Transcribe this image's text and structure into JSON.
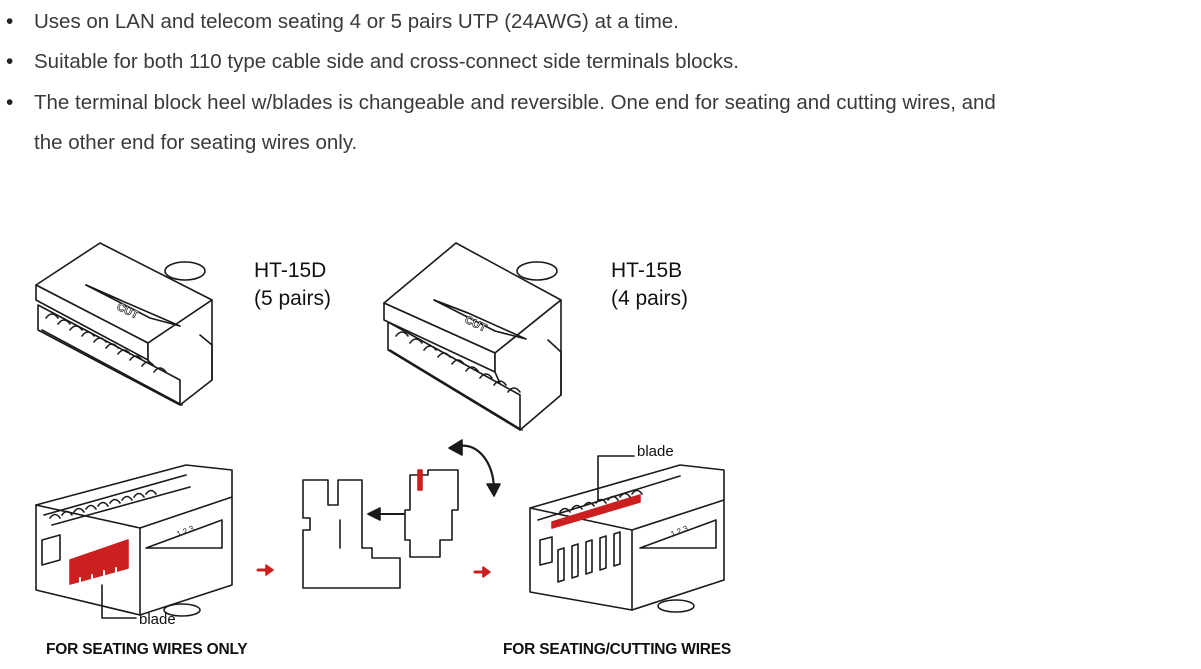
{
  "bullets": [
    {
      "lines": [
        "Uses on LAN and telecom seating 4 or 5 pairs UTP (24AWG) at a time."
      ]
    },
    {
      "lines": [
        "Suitable for both 110 type cable side and cross-connect side terminals blocks."
      ]
    },
    {
      "lines": [
        "The terminal block heel w/blades is changeable and reversible. One end for seating and cutting wires, and",
        "the other end for seating wires only."
      ]
    }
  ],
  "bullet_symbol": "•",
  "diagram": {
    "model_a": {
      "name": "HT-15D",
      "pairs": "(5 pairs)"
    },
    "model_b": {
      "name": "HT-15B",
      "pairs": "(4 pairs)"
    },
    "stamp_text": "CUT",
    "side_stamp_text": "1 2 3",
    "blade_label_left": "blade",
    "blade_label_right": "blade",
    "caption_left": "FOR SEATING WIRES ONLY",
    "caption_right": "FOR SEATING/CUTTING WIRES",
    "colors": {
      "blade": "#cc1f1f",
      "line": "#1a1a1a",
      "fill": "#ffffff"
    },
    "icons": [
      "rotate-arrow-icon",
      "arrow-left-icon",
      "arrow-right-icon"
    ]
  }
}
